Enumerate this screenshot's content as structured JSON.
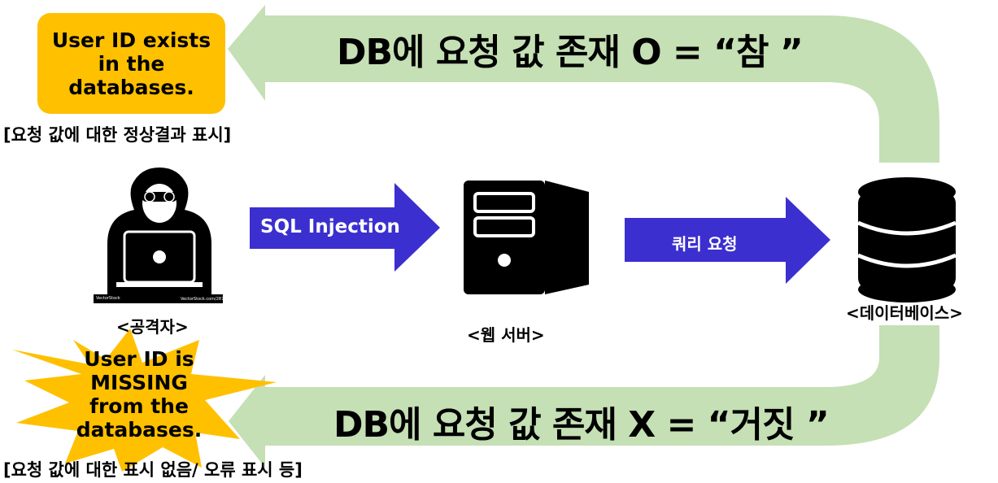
{
  "flow_top": {
    "label": "DB에 요청 값 존재 O = “참 ”"
  },
  "flow_bottom": {
    "label": "DB에 요청 값 존재 X = “거짓 ”"
  },
  "result_true": {
    "box_text": "User ID exists\nin the\ndatabases.",
    "caption": "[요청 값에 대한 정상결과 표시]",
    "color": "#ffc000"
  },
  "result_false": {
    "burst_text": "User ID is\nMISSING\nfrom the\ndatabases.",
    "caption": "[요청 값에 대한 표시 없음/ 오류 표시 등]",
    "color": "#ffc000"
  },
  "nodes": {
    "attacker": {
      "label": "<공격자>",
      "icon": "hacker-icon",
      "credit_left": "VectorStock",
      "credit_right": "VectorStock.com/28799857"
    },
    "web_server": {
      "label": "<웹 서버>",
      "icon": "server-icon"
    },
    "database": {
      "label": "<데이터베이스>",
      "icon": "database-icon"
    }
  },
  "arrows": {
    "injection": {
      "label": "SQL Injection",
      "color": "#3b2fcf"
    },
    "query": {
      "label": "쿼리 요청",
      "color": "#3b2fcf"
    }
  },
  "colors": {
    "loop": "#c5e0b4",
    "arrow": "#3b2fcf"
  }
}
